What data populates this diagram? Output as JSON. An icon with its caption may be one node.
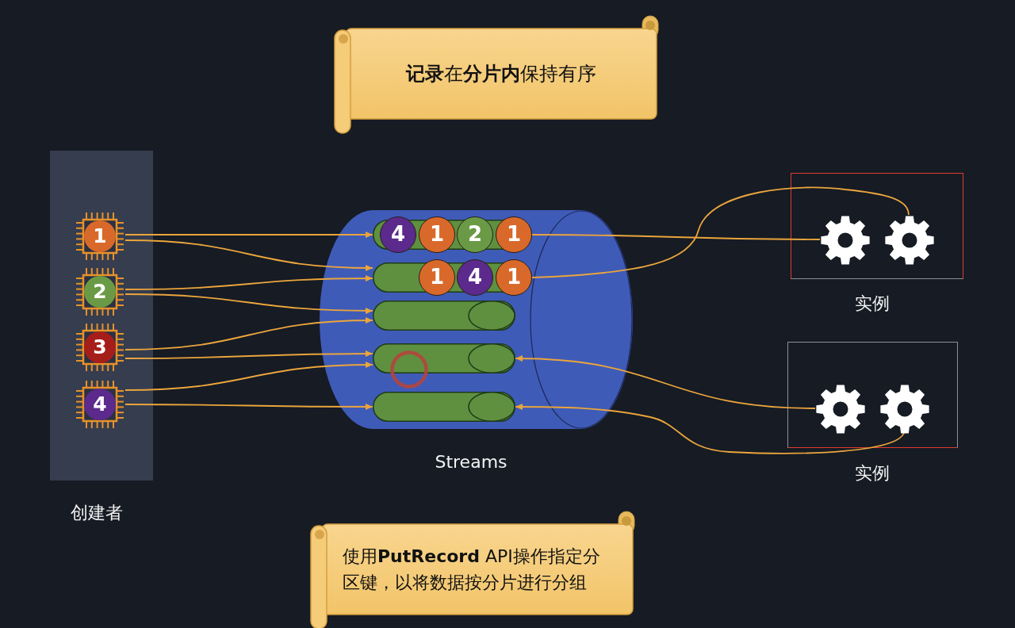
{
  "diagram": {
    "nodes": [
      {
        "text": [
          "**记录**在**分片内**保持有序"
        ]
      },
      {
        "text": [],
        "shape": "box",
        "beside": [
          "创建者"
        ]
      },
      {
        "text": [
          "1"
        ],
        "in": 1
      },
      {
        "text": [
          "2"
        ],
        "in": 1
      },
      {
        "text": [
          "3"
        ],
        "in": 1
      },
      {
        "text": [
          "4"
        ],
        "in": 1
      },
      {
        "text": [],
        "shape": "cylinder",
        "beside": [
          "Streams"
        ]
      },
      {
        "text": [],
        "shape": "cylinder",
        "in": 6
      },
      {
        "text": [],
        "shape": "cylinder",
        "in": 6
      },
      {
        "text": [],
        "shape": "cylinder",
        "in": 6
      },
      {
        "text": [],
        "shape": "cylinder",
        "in": 6
      },
      {
        "text": [],
        "shape": "cylinder",
        "in": 6
      },
      {
        "text": [
          "4"
        ],
        "in": 7
      },
      {
        "text": [
          "1"
        ],
        "in": 7
      },
      {
        "text": [
          "2"
        ],
        "in": 7
      },
      {
        "text": [
          "1"
        ],
        "in": 7
      },
      {
        "text": [
          "1"
        ],
        "in": 8
      },
      {
        "text": [
          "4"
        ],
        "in": 8
      },
      {
        "text": [
          "1"
        ],
        "in": 8
      },
      {
        "text": [],
        "shape": "circle",
        "in": 6
      },
      {
        "text": [],
        "shape": "box",
        "beside": [
          "实例"
        ]
      },
      {
        "text": [],
        "shape": "picture",
        "in": 20
      },
      {
        "text": [],
        "shape": "picture",
        "in": 20
      },
      {
        "text": [],
        "shape": "box",
        "beside": [
          "实例"
        ]
      },
      {
        "text": [],
        "shape": "picture",
        "in": 23
      },
      {
        "text": [],
        "shape": "picture",
        "in": 23
      },
      {
        "text": [
          "使用**PutRecord** API操作指定分区键，以将数据按分片进行分组"
        ]
      }
    ],
    "edges": [
      {
        "from": 2,
        "to": 7,
        "arrow": "to"
      },
      {
        "from": 2,
        "to": 8,
        "arrow": "to"
      },
      {
        "from": 3,
        "to": 8,
        "arrow": "to"
      },
      {
        "from": 3,
        "to": 9,
        "arrow": "to"
      },
      {
        "from": 4,
        "to": 9,
        "arrow": "to"
      },
      {
        "from": 4,
        "to": 10,
        "arrow": "to"
      },
      {
        "from": 5,
        "to": 10,
        "arrow": "to"
      },
      {
        "from": 5,
        "to": 11,
        "arrow": "to"
      },
      {
        "from": 15,
        "to": 21,
        "arrow": "none"
      },
      {
        "from": 18,
        "to": 22,
        "arrow": "none"
      },
      {
        "from": 24,
        "to": 10,
        "arrow": "to"
      },
      {
        "from": 25,
        "to": 11,
        "arrow": "to"
      }
    ]
  }
}
